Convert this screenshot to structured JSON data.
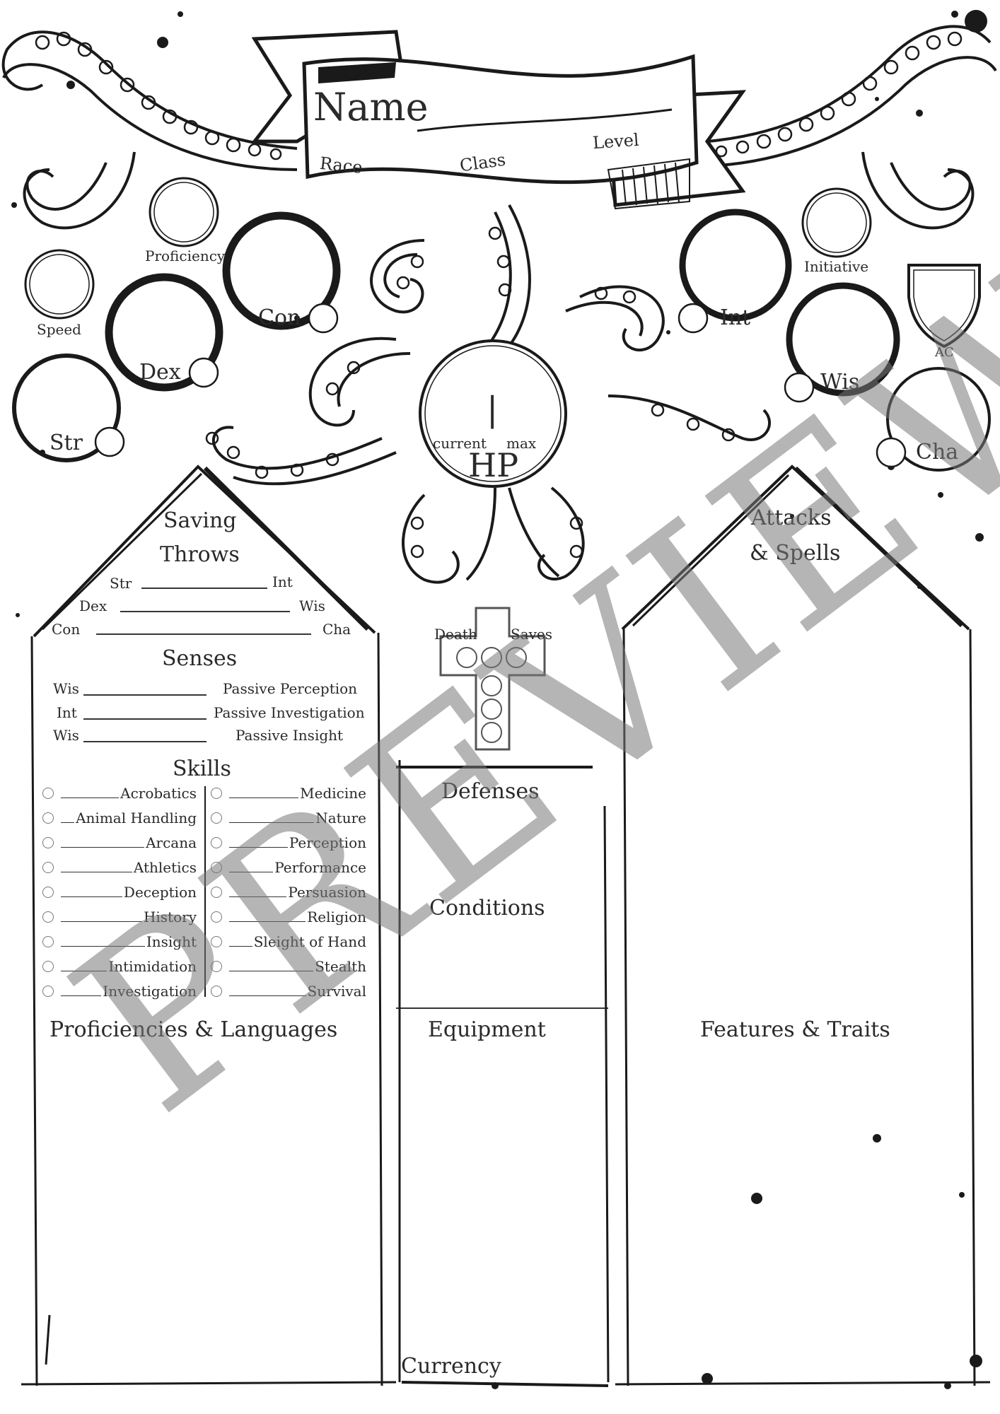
{
  "header": {
    "name_label": "Name",
    "race_label": "Race",
    "class_label": "Class",
    "level_label": "Level"
  },
  "stats": {
    "proficiency": "Proficiency",
    "speed": "Speed",
    "initiative": "Initiative",
    "ac": "AC",
    "str": "Str",
    "dex": "Dex",
    "con": "Con",
    "int": "Int",
    "wis": "Wis",
    "cha": "Cha"
  },
  "hp": {
    "divider": "|",
    "current": "current",
    "max": "max",
    "label": "HP"
  },
  "death_saves": {
    "left": "Death",
    "right": "Saves"
  },
  "saving_throws": {
    "title_line1": "Saving",
    "title_line2": "Throws",
    "str": "Str",
    "int": "Int",
    "dex": "Dex",
    "wis": "Wis",
    "con": "Con",
    "cha": "Cha"
  },
  "senses": {
    "title": "Senses",
    "rows": [
      {
        "ability": "Wis",
        "label": "Passive Perception"
      },
      {
        "ability": "Int",
        "label": "Passive Investigation"
      },
      {
        "ability": "Wis",
        "label": "Passive Insight"
      }
    ]
  },
  "skills": {
    "title": "Skills",
    "left": [
      "Acrobatics",
      "Animal Handling",
      "Arcana",
      "Athletics",
      "Deception",
      "History",
      "Insight",
      "Intimidation",
      "Investigation"
    ],
    "right": [
      "Medicine",
      "Nature",
      "Perception",
      "Performance",
      "Persuasion",
      "Religion",
      "Sleight of Hand",
      "Stealth",
      "Survival"
    ]
  },
  "sections": {
    "proficiencies": "Proficiencies & Languages",
    "defenses": "Defenses",
    "conditions": "Conditions",
    "equipment": "Equipment",
    "currency": "Currency",
    "attacks_line1": "Attacks",
    "attacks_line2": "& Spells",
    "features": "Features & Traits"
  },
  "watermark": "PREVIEW",
  "colors": {
    "ink": "#1a1a1a",
    "watermark": "#8c8c8c"
  }
}
